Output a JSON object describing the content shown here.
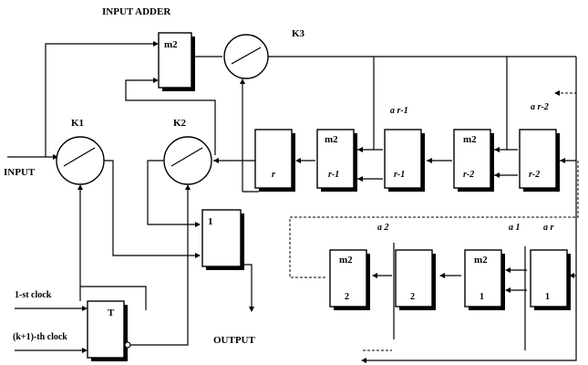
{
  "labels": {
    "input_adder": "INPUT  ADDER",
    "k1": "K1",
    "k2": "K2",
    "k3": "K3",
    "input": "INPUT",
    "output": "OUTPUT",
    "clock_1st": "1-st clock",
    "clock_k1": "(k+1)-th clock"
  },
  "blocks": {
    "adder_top": "m2",
    "or_gate": "1",
    "trigger": "T",
    "cell_r": "r",
    "m2_r1_top": "m2",
    "m2_r1_bot": "r-1",
    "cell_r1": "r-1",
    "m2_r2_top": "m2",
    "m2_r2_bot": "r-2",
    "cell_r2": "r-2",
    "m2_2_top": "m2",
    "m2_2_bot": "2",
    "cell_2": "2",
    "m2_1_top": "m2",
    "m2_1_bot": "1",
    "cell_1": "1"
  },
  "coefficients": {
    "a_r1": "a r-1",
    "a_r2": "a r-2",
    "a_2": "a 2",
    "a_1": "a 1",
    "a_r": "a r"
  }
}
